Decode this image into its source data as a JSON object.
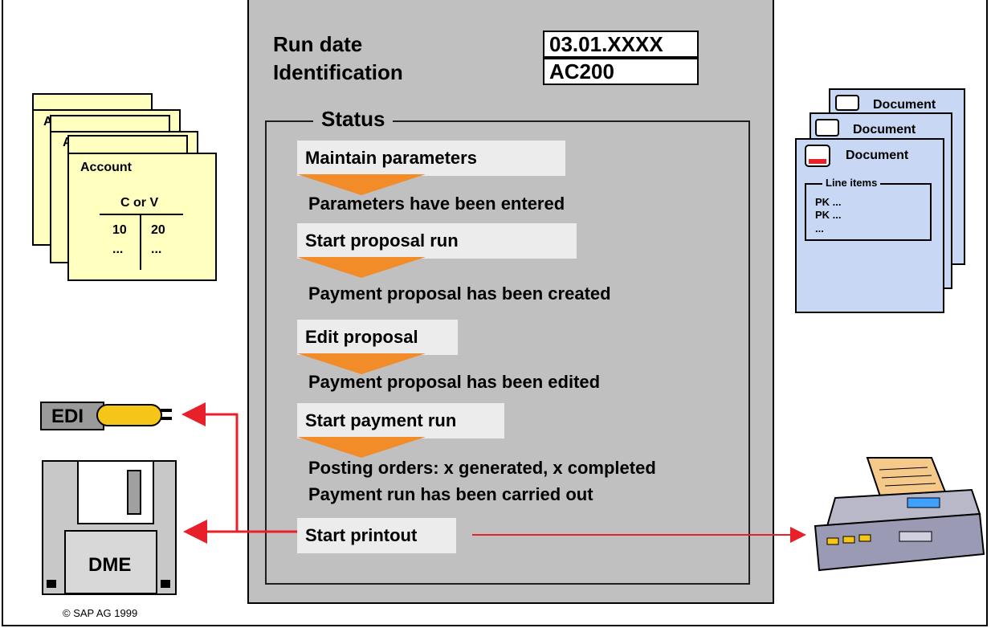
{
  "run_date": {
    "label": "Run date",
    "value": "03.01.XXXX"
  },
  "identification": {
    "label": "Identification",
    "value": "AC200"
  },
  "status": {
    "title": "Status",
    "steps": [
      {
        "action": "Maintain parameters",
        "result": [
          "Parameters have been entered"
        ]
      },
      {
        "action": "Start proposal run",
        "result": [
          "Payment proposal has been created"
        ]
      },
      {
        "action": "Edit proposal",
        "result": [
          "Payment proposal has been edited"
        ]
      },
      {
        "action": "Start payment run",
        "result": [
          "Posting orders: x generated, x completed",
          "Payment run has been carried out"
        ]
      },
      {
        "action": "Start printout",
        "result": []
      }
    ]
  },
  "accounts": {
    "card_label": "Account",
    "t_account_header": "C or V",
    "left_values": [
      "10",
      "..."
    ],
    "right_values": [
      "20",
      "..."
    ]
  },
  "documents": {
    "title": "Document",
    "line_items_label": "Line items",
    "lines": [
      "PK ...",
      "PK ...",
      "..."
    ]
  },
  "outputs": {
    "edi_label": "EDI",
    "dme_label": "DME"
  },
  "colors": {
    "panel": "#c0c0c0",
    "arrow": "#f28c28",
    "connector": "#e8202a",
    "account": "#ffffc0",
    "document": "#c8d8f4"
  },
  "footer": {
    "copyright": "©  SAP AG 1999"
  }
}
